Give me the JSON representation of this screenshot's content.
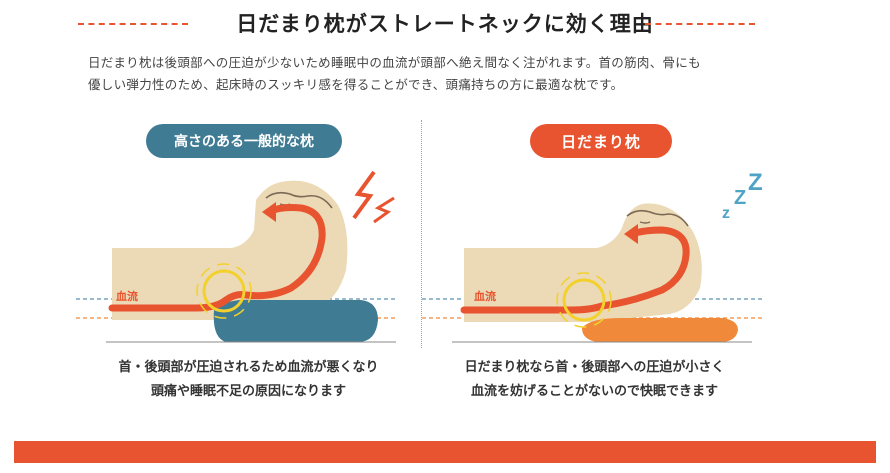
{
  "title": "日だまり枕がストレートネックに効く理由",
  "intro": {
    "line1": "日だまり枕は後頭部への圧迫が少ないため睡眠中の血流が頭部へ絶え間なく注がれます。首の筋肉、骨にも",
    "line2": "優しい弾力性のため、起床時のスッキリ感を得ることができ、頭痛持ちの方に最適な枕です。"
  },
  "left_panel": {
    "label": "高さのある一般的な枕",
    "blood_label": "血流",
    "caption_line1": "首・後頭部が圧迫されるため血流が悪くなり",
    "caption_line2": "頭痛や睡眠不足の原因になります"
  },
  "right_panel": {
    "label": "日だまり枕",
    "blood_label": "血流",
    "caption_line1": "日だまり枕なら首・後頭部への圧迫が小さく",
    "caption_line2": "血流を妨げることがないので快眠できます"
  },
  "colors": {
    "accent": "#e8542f",
    "blue": "#3f7b93",
    "skin": "#ecd9b5",
    "pillow_orange": "#f08a3a",
    "zzz": "#4fa3c4"
  }
}
